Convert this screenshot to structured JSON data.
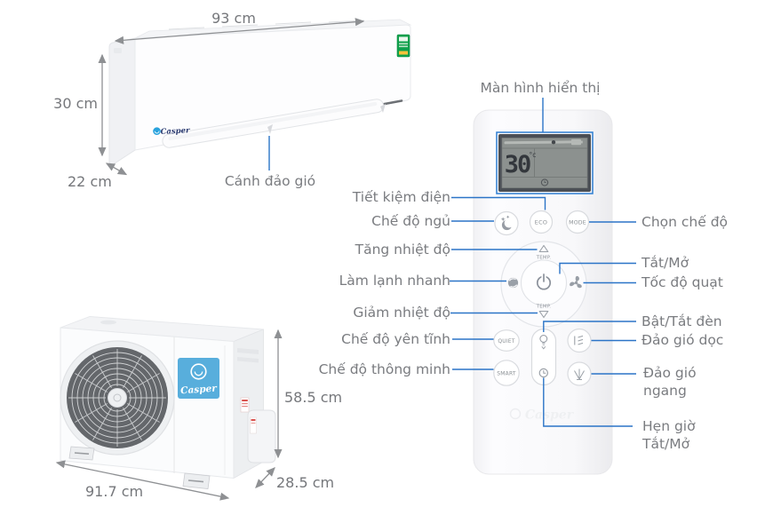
{
  "colors": {
    "leader_blue": "#2b74c7",
    "label_gray": "#7a7c80",
    "arrow_gray": "#8e9093",
    "casper_blue": "#58aedc",
    "energy_green": "#0fa04c"
  },
  "indoor_unit": {
    "width": "93 cm",
    "height": "30 cm",
    "depth": "22 cm",
    "deflector_label": "Cánh đảo gió",
    "brand": "Casper"
  },
  "outdoor_unit": {
    "width": "91.7 cm",
    "height": "58.5 cm",
    "depth": "28.5 cm",
    "brand": "Casper"
  },
  "remote": {
    "screen_label": "Màn hình hiển thị",
    "display": {
      "temperature": "30",
      "unit": "°c"
    },
    "button_labels": {
      "eco": "ECO",
      "mode": "MODE",
      "quiet": "QUIET",
      "smart": "SMART",
      "temp": "TEMP."
    },
    "brand": "Casper",
    "annotations_left": [
      "Tiết kiệm điện",
      "Chế độ ngủ",
      "Tăng nhiệt độ",
      "Làm lạnh nhanh",
      "Giảm nhiệt độ",
      "Chế độ yên tĩnh",
      "Chế độ thông minh"
    ],
    "annotations_right": [
      "Chọn chế độ",
      "Tắt/Mở",
      "Tốc độ quạt",
      "Bật/Tắt đèn",
      "Đảo gió dọc",
      "Đảo gió ngang",
      "Hẹn giờ Tắt/Mở"
    ]
  }
}
